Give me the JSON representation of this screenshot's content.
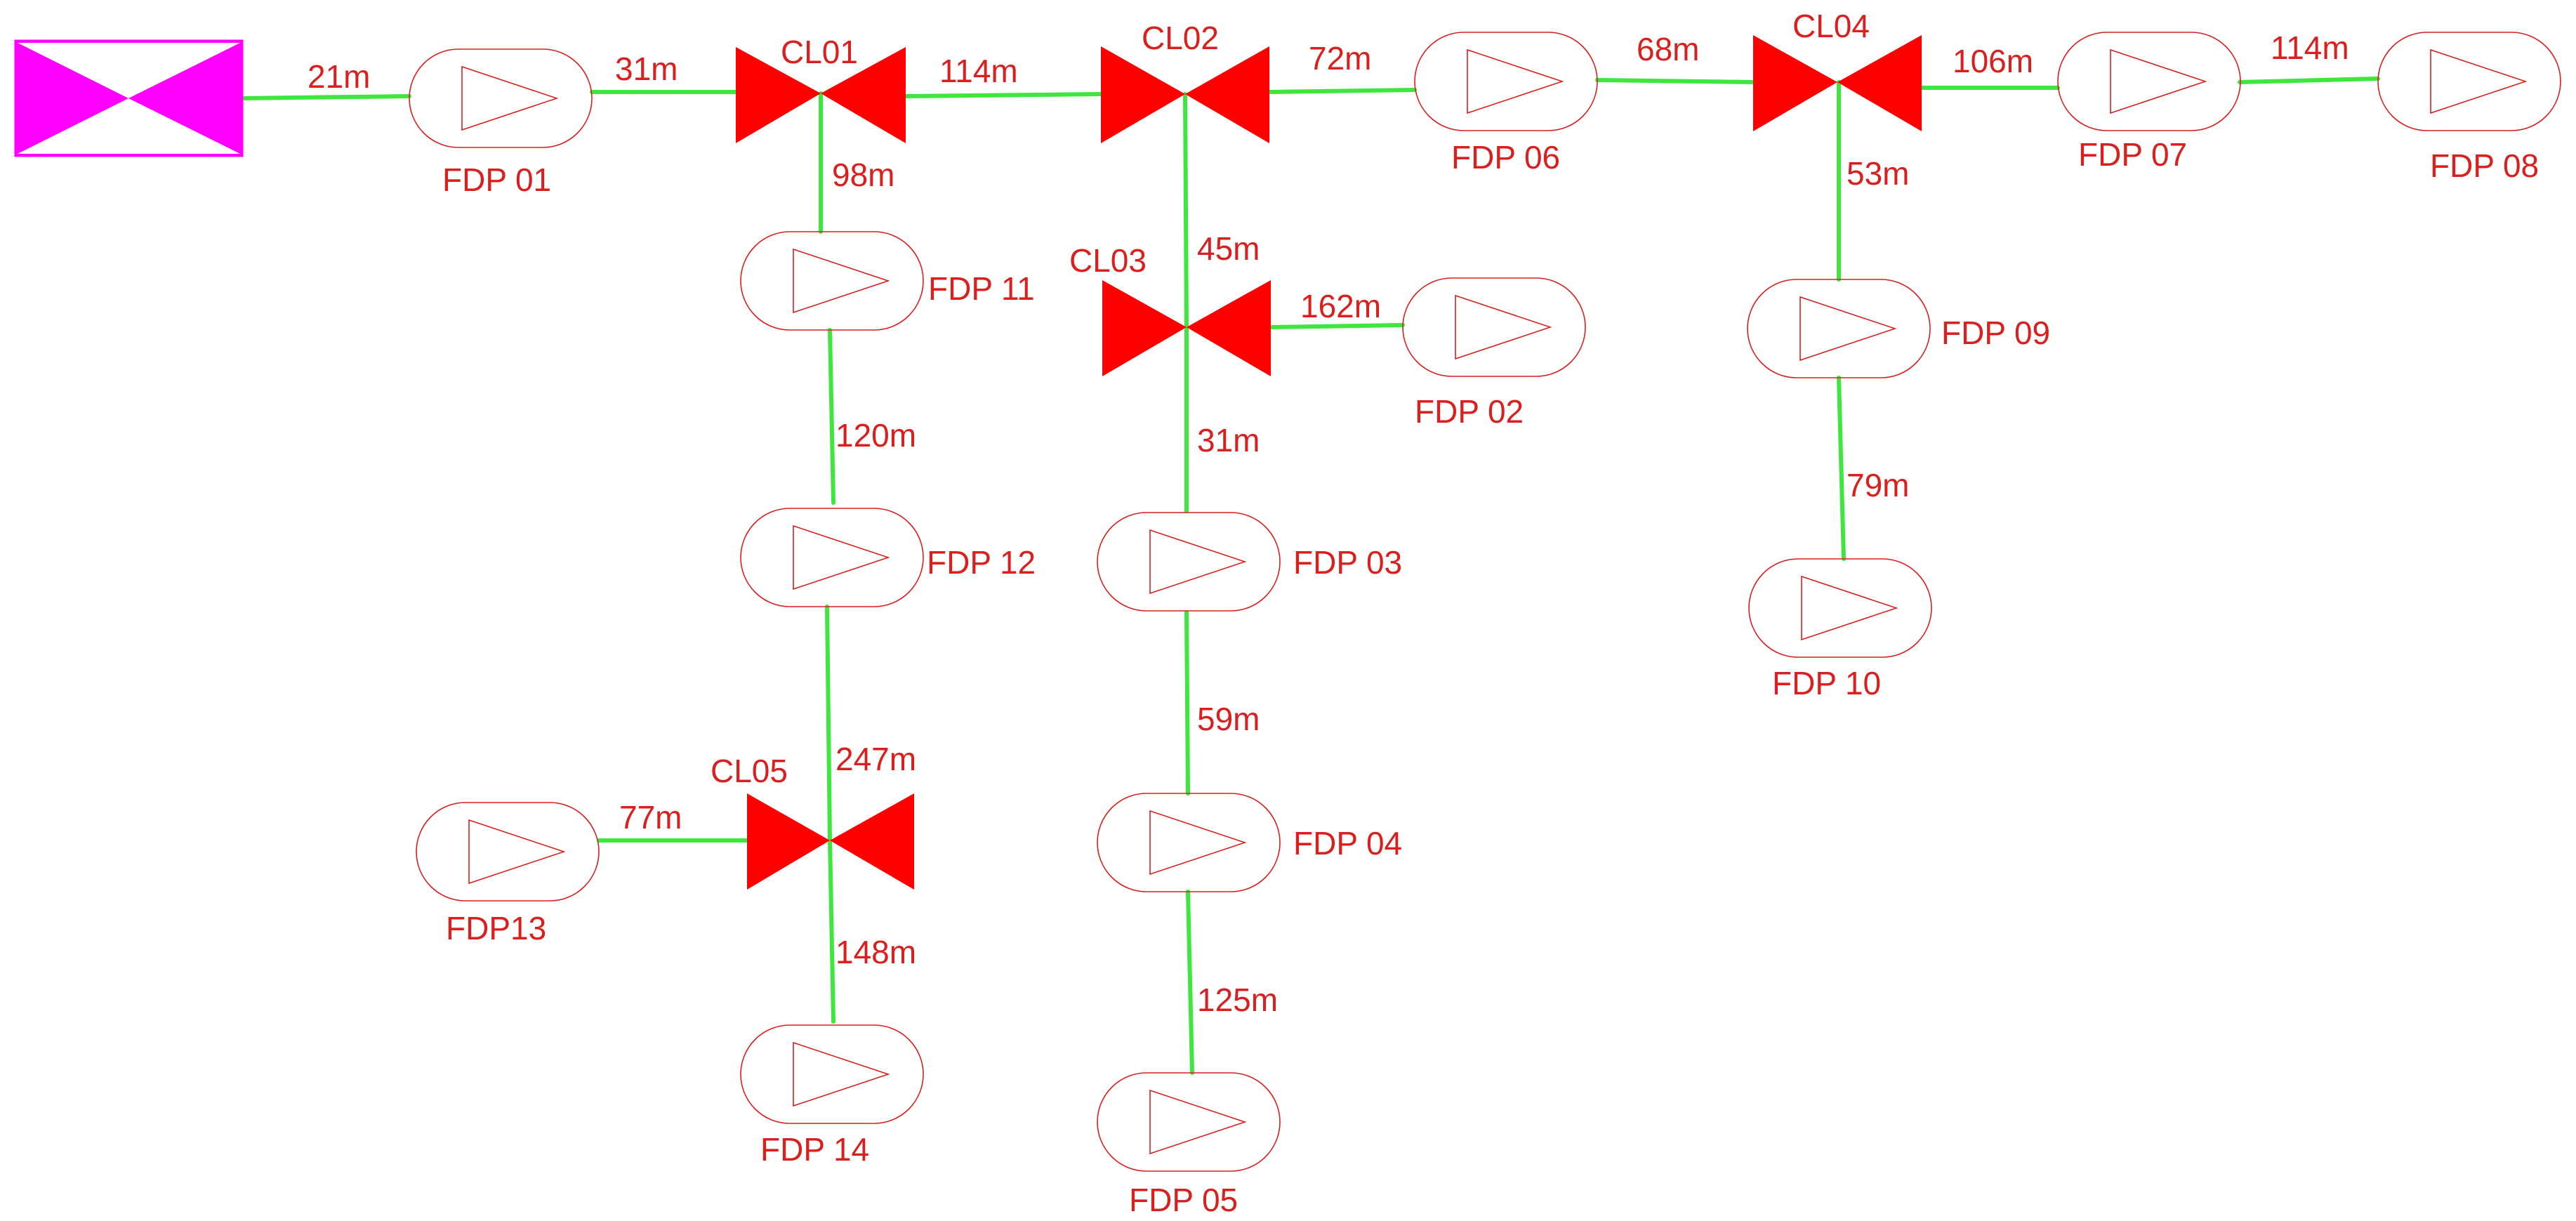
{
  "source": {
    "icon": "distribution-source-icon"
  },
  "closures": [
    {
      "id": "cl01",
      "label": "CL01"
    },
    {
      "id": "cl02",
      "label": "CL02"
    },
    {
      "id": "cl03",
      "label": "CL03"
    },
    {
      "id": "cl04",
      "label": "CL04"
    },
    {
      "id": "cl05",
      "label": "CL05"
    }
  ],
  "fdps": [
    {
      "id": "fdp01",
      "label": "FDP 01"
    },
    {
      "id": "fdp02",
      "label": "FDP  02"
    },
    {
      "id": "fdp03",
      "label": "FDP 03"
    },
    {
      "id": "fdp04",
      "label": "FDP 04"
    },
    {
      "id": "fdp05",
      "label": "FDP 05"
    },
    {
      "id": "fdp06",
      "label": "FDP 06"
    },
    {
      "id": "fdp07",
      "label": "FDP 07"
    },
    {
      "id": "fdp08",
      "label": "FDP 08"
    },
    {
      "id": "fdp09",
      "label": "FDP 09"
    },
    {
      "id": "fdp10",
      "label": "FDP 10"
    },
    {
      "id": "fdp11",
      "label": "FDP 11"
    },
    {
      "id": "fdp12",
      "label": "FDP 12"
    },
    {
      "id": "fdp13",
      "label": "FDP13"
    },
    {
      "id": "fdp14",
      "label": "FDP 14"
    }
  ],
  "links": [
    {
      "id": "src-fdp01",
      "length": "21m"
    },
    {
      "id": "fdp01-cl01",
      "length": "31m"
    },
    {
      "id": "cl01-cl02",
      "length": "114m"
    },
    {
      "id": "cl02-fdp06",
      "length": "72m"
    },
    {
      "id": "fdp06-cl04",
      "length": "68m"
    },
    {
      "id": "cl04-fdp07",
      "length": "106m"
    },
    {
      "id": "fdp07-fdp08",
      "length": "114m"
    },
    {
      "id": "cl01-fdp11",
      "length": "98m"
    },
    {
      "id": "fdp11-fdp12",
      "length": "120m"
    },
    {
      "id": "fdp12-cl05",
      "length": "247m"
    },
    {
      "id": "fdp13-cl05",
      "length": "77m"
    },
    {
      "id": "cl05-fdp14",
      "length": "148m"
    },
    {
      "id": "cl02-cl03",
      "length": "45m"
    },
    {
      "id": "cl03-fdp02",
      "length": "162m"
    },
    {
      "id": "cl03-fdp03",
      "length": "31m"
    },
    {
      "id": "fdp03-fdp04",
      "length": "59m"
    },
    {
      "id": "fdp04-fdp05",
      "length": "125m"
    },
    {
      "id": "cl04-fdp09",
      "length": "53m"
    },
    {
      "id": "fdp09-fdp10",
      "length": "79m"
    }
  ],
  "colors": {
    "cable": "#3ee63e",
    "closure": "#ff0000",
    "label": "#d9201f",
    "source": "#ff00ff"
  }
}
